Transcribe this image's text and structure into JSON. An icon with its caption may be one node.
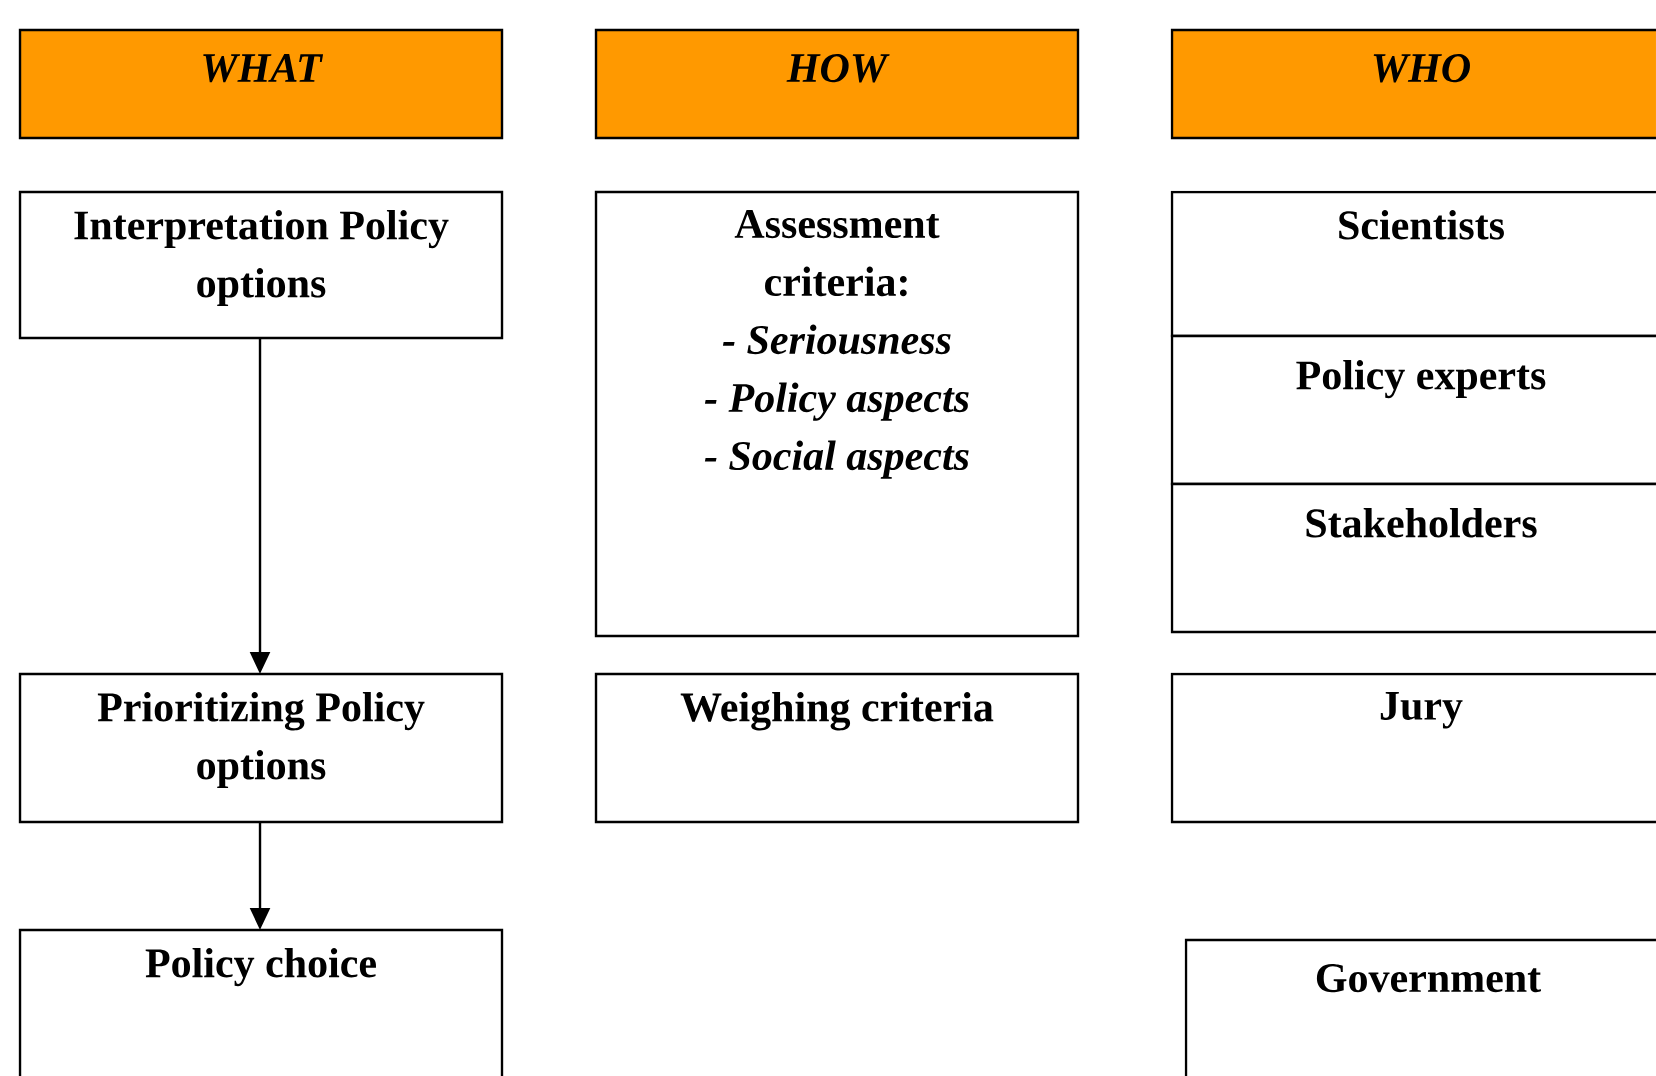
{
  "diagram": {
    "nodes": [
      {
        "text": [
          "WHAT"
        ]
      },
      {
        "text": [
          "HOW"
        ]
      },
      {
        "text": [
          "WHO"
        ]
      },
      {
        "text": [
          "Interpretation Policy options"
        ]
      },
      {
        "text": [
          "Assessment criteria:",
          "- Seriousness",
          "- Policy aspects",
          "- Social aspects"
        ]
      },
      {
        "text": [
          "Scientists"
        ]
      },
      {
        "text": [
          "Policy experts"
        ]
      },
      {
        "text": [
          "Stakeholders"
        ]
      },
      {
        "text": [
          "Prioritizing Policy options"
        ]
      },
      {
        "text": [
          "Weighing criteria"
        ]
      },
      {
        "text": [
          "Jury"
        ]
      },
      {
        "text": [
          "Policy choice"
        ]
      },
      {
        "text": [
          "Government"
        ]
      }
    ],
    "edges": [
      {
        "from": 3,
        "to": 8,
        "arrow": "to"
      },
      {
        "from": 8,
        "to": 11,
        "arrow": "to"
      }
    ]
  }
}
